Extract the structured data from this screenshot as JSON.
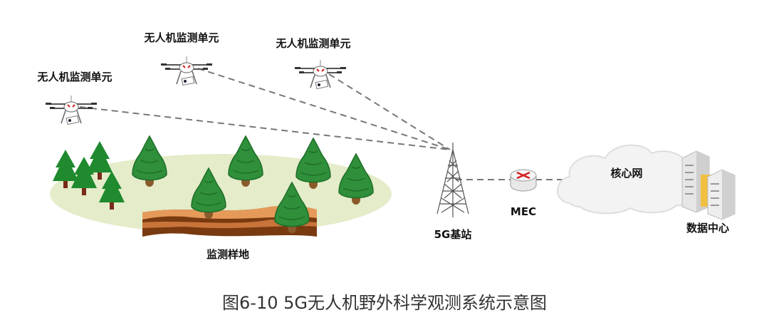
{
  "drones": [
    {
      "label": "无人机监测单元"
    },
    {
      "label": "无人机监测单元"
    },
    {
      "label": "无人机监测单元"
    }
  ],
  "plot_label": "监测样地",
  "base_station_label": "5G基站",
  "mec_label": "MEC",
  "core_network_label": "核心网",
  "data_center_label": "数据中心",
  "caption": "图6-10  5G无人机野外科学观测系统示意图",
  "colors": {
    "tree": "#1f8a2e",
    "trunk": "#7a2a1a",
    "ground": "#e4ecc9",
    "dash": "#777777",
    "router_arrow": "#d62020"
  }
}
